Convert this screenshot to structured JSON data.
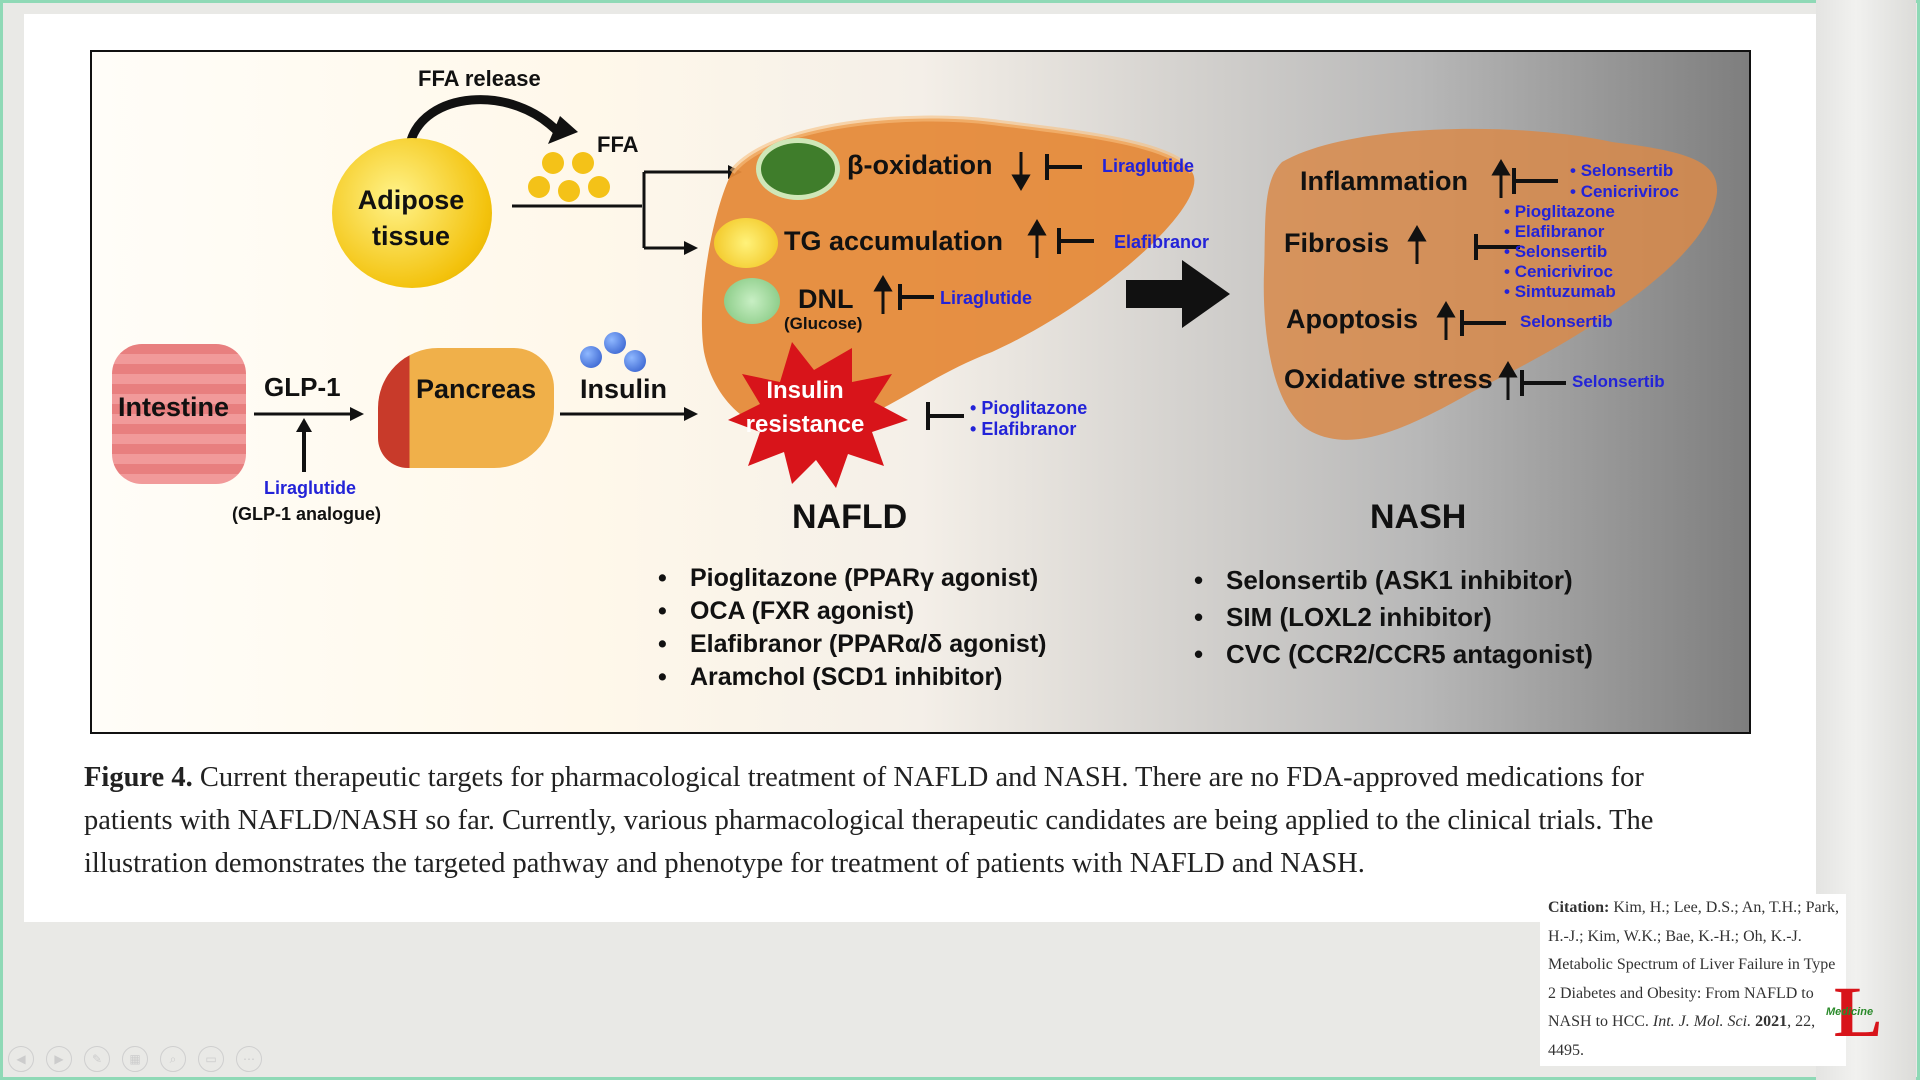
{
  "figure": {
    "ffa_release": "FFA release",
    "ffa": "FFA",
    "adipose": "Adipose tissue",
    "intestine": "Intestine",
    "glp1": "GLP-1",
    "pancreas": "Pancreas",
    "insulin": "Insulin",
    "liraglutide": "Liraglutide",
    "glp1_analogue": "(GLP-1 analogue)",
    "insulin_resistance": "Insulin resistance",
    "beta_ox": "β-oxidation",
    "beta_ox_drug": "Liraglutide",
    "tg": "TG accumulation",
    "tg_drug": "Elafibranor",
    "dnl": "DNL",
    "glucose": "(Glucose)",
    "dnl_drug": "Liraglutide",
    "ir_drugs": [
      "Pioglitazone",
      "Elafibranor"
    ],
    "nafld_title": "NAFLD",
    "nafld_list": [
      "Pioglitazone (PPARγ agonist)",
      "OCA (FXR agonist)",
      "Elafibranor (PPARα/δ agonist)",
      "Aramchol (SCD1 inhibitor)"
    ],
    "inflammation": "Inflammation",
    "inflammation_drugs": [
      "Selonsertib",
      "Cenicriviroc"
    ],
    "fibrosis": "Fibrosis",
    "fibrosis_drugs": [
      "Pioglitazone",
      "Elafibranor",
      "Selonsertib",
      "Cenicriviroc",
      "Simtuzumab"
    ],
    "apoptosis": "Apoptosis",
    "apoptosis_drug": "Selonsertib",
    "oxidative": "Oxidative stress",
    "oxidative_drug": "Selonsertib",
    "nash_title": "NASH",
    "nash_list": [
      "Selonsertib (ASK1 inhibitor)",
      "SIM (LOXL2 inhibitor)",
      "CVC (CCR2/CCR5 antagonist)"
    ]
  },
  "caption": {
    "label": "Figure 4.",
    "text": "Current therapeutic targets for pharmacological treatment of NAFLD and NASH. There are no FDA-approved medications for patients with NAFLD/NASH so far. Currently, various pharmacological therapeutic candidates are being applied to the clinical trials. The illustration demonstrates the targeted pathway and phenotype for treatment of patients with NAFLD and NASH."
  },
  "citation": {
    "label": "Citation:",
    "text": "Kim, H.; Lee, D.S.; An, T.H.; Park, H.-J.; Kim, W.K.; Bae, K.-H.; Oh, K.-J. Metabolic Spectrum of Liver Failure in Type 2 Diabetes and Obesity: From NAFLD to NASH to HCC.",
    "journal": "Int. J. Mol. Sci.",
    "year": "2021",
    "rest": ", 22, 4495."
  },
  "logo_text": "Medicine",
  "colors": {
    "frame": "#8fd9b6",
    "drug_blue": "#2323d8",
    "liver": "#e58a3a",
    "burst": "#d8141a"
  }
}
